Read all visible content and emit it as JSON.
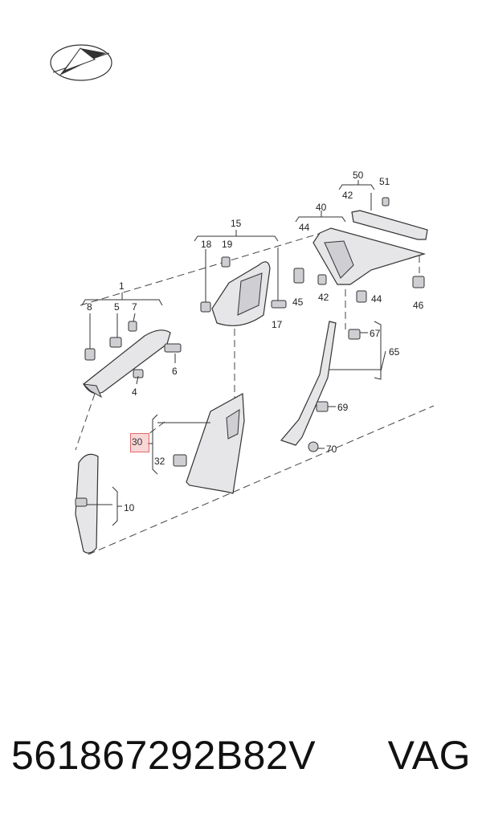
{
  "labels": {
    "p1": "1",
    "p4": "4",
    "p5": "5",
    "p6": "6",
    "p7": "7",
    "p8": "8",
    "p10": "10",
    "p15": "15",
    "p17": "17",
    "p18": "18",
    "p19": "19",
    "p30": "30",
    "p32": "32",
    "p40": "40",
    "p42a": "42",
    "p42b": "42",
    "p44a": "44",
    "p44b": "44",
    "p45": "45",
    "p46": "46",
    "p50": "50",
    "p51": "51",
    "p65": "65",
    "p67": "67",
    "p69": "69",
    "p70": "70"
  },
  "footer": {
    "part_number": "561867292B82V",
    "brand": "VAG"
  },
  "highlight": {
    "part": "30",
    "color": "#e06a6a"
  },
  "icons": {
    "logo": "vag-compass-logo-icon"
  }
}
